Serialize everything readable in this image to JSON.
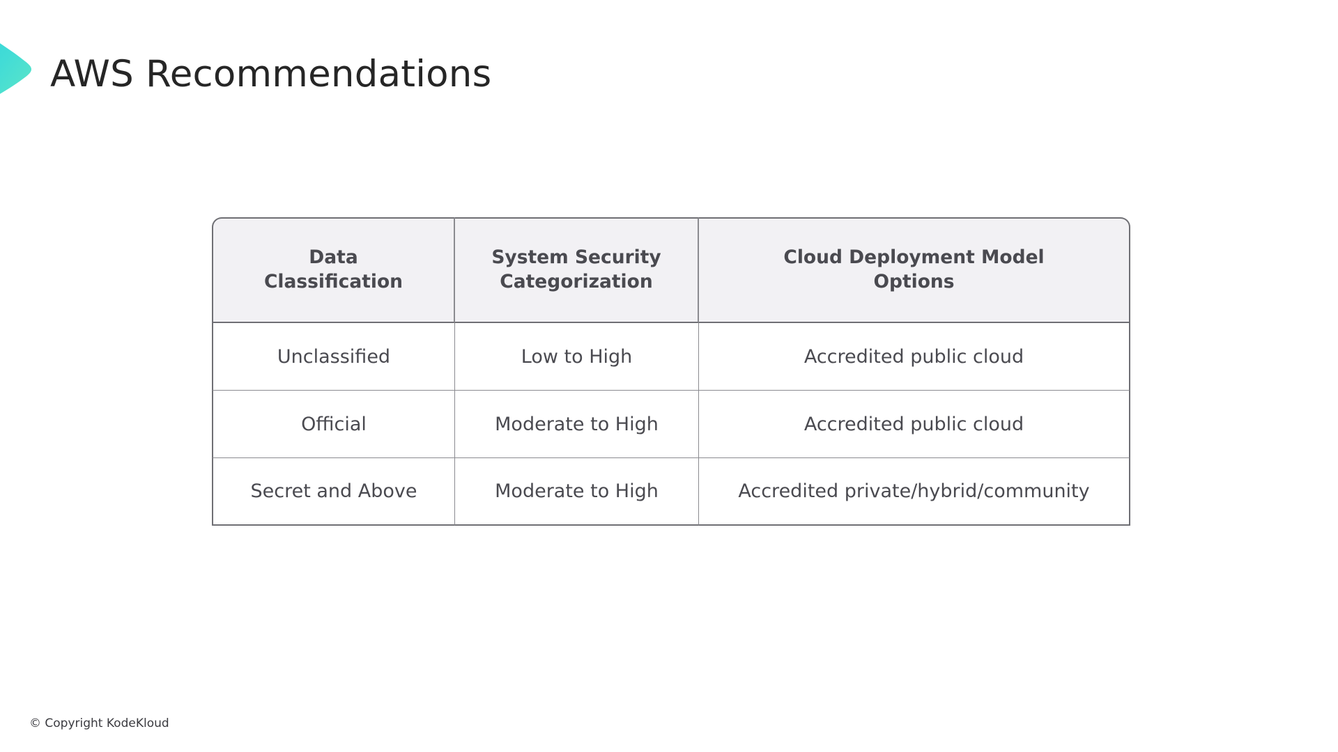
{
  "slide": {
    "title": "AWS Recommendations",
    "background_color": "#ffffff",
    "accent_gradient_from": "#2fd8e0",
    "accent_gradient_to": "#5ce6c8",
    "decor_icon": "chevron-right-mark"
  },
  "table": {
    "headers": [
      "Data Classification",
      "System Security Categorization",
      "Cloud Deployment Model Options"
    ],
    "header_lines": [
      [
        "Data",
        "Classification"
      ],
      [
        "System Security",
        "Categorization"
      ],
      [
        "Cloud Deployment Model",
        "Options"
      ]
    ],
    "header_bg": "#f2f1f4",
    "border_color": "#6f6f74",
    "text_color": "#4a4a50",
    "rows": [
      {
        "data_classification": "Unclassified",
        "system_security_categorization": "Low to High",
        "cloud_deployment_model_options": "Accredited public cloud"
      },
      {
        "data_classification": "Official",
        "system_security_categorization": "Moderate to High",
        "cloud_deployment_model_options": "Accredited public cloud"
      },
      {
        "data_classification": "Secret and Above",
        "system_security_categorization": "Moderate to High",
        "cloud_deployment_model_options": "Accredited private/hybrid/community"
      }
    ]
  },
  "footer": {
    "copyright": "© Copyright KodeKloud"
  }
}
